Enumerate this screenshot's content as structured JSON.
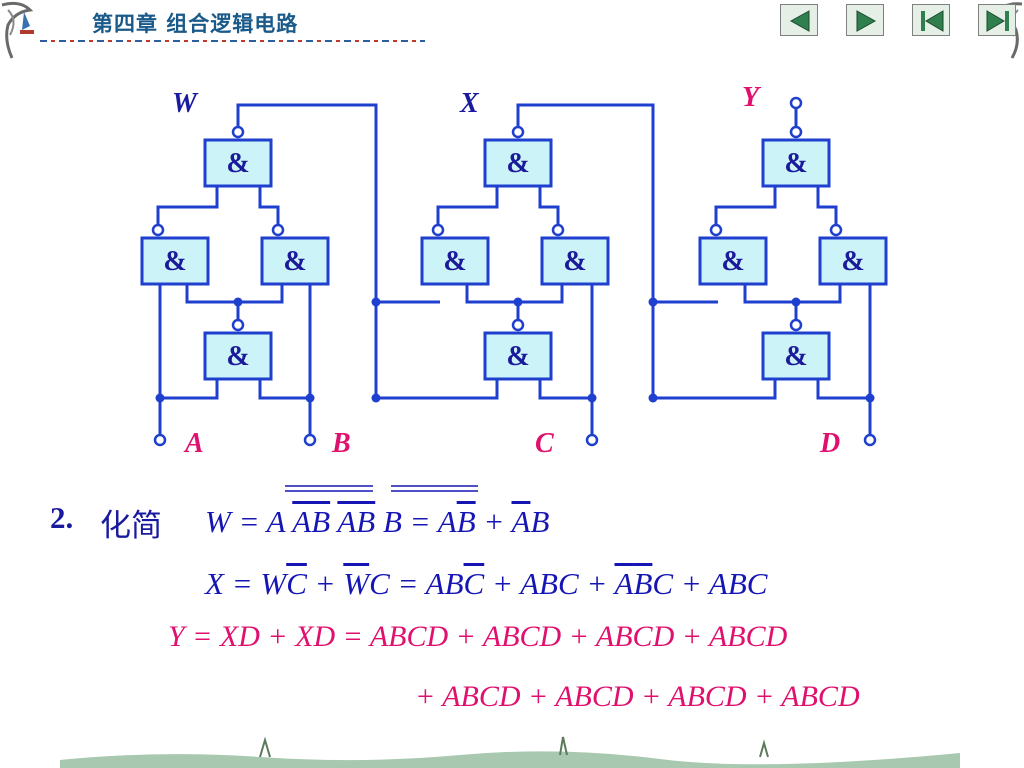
{
  "header": {
    "title": "第四章  组合逻辑电路"
  },
  "nav": {
    "buttons": [
      "previous",
      "next",
      "first",
      "last"
    ]
  },
  "circuit": {
    "gate_symbol": "&",
    "outputs": [
      "W",
      "X",
      "Y"
    ],
    "inputs": [
      "A",
      "B",
      "C",
      "D"
    ],
    "colors": {
      "wire": "#1f3fcf",
      "gate_fill": "#ccf3f8",
      "label_blue": "#1a1aa0",
      "label_red": "#e0106e"
    }
  },
  "section": {
    "number": "2.",
    "title": "化简"
  },
  "equations": {
    "w": [
      "W",
      " = A ",
      "AB",
      " ",
      "AB",
      " B = A",
      "B",
      " + ",
      "A",
      "B"
    ],
    "x": [
      "X",
      " = W",
      "C",
      " + ",
      "W",
      "C = AB",
      "C",
      " + ",
      "AB",
      "C + ",
      "A",
      "B",
      "C",
      " + ABC"
    ],
    "y1": "Y = XD + XD = ABCD + ABCD + ABCD + ABCD",
    "y2": "+ ABCD + ABCD + ABCD + ABCD"
  }
}
